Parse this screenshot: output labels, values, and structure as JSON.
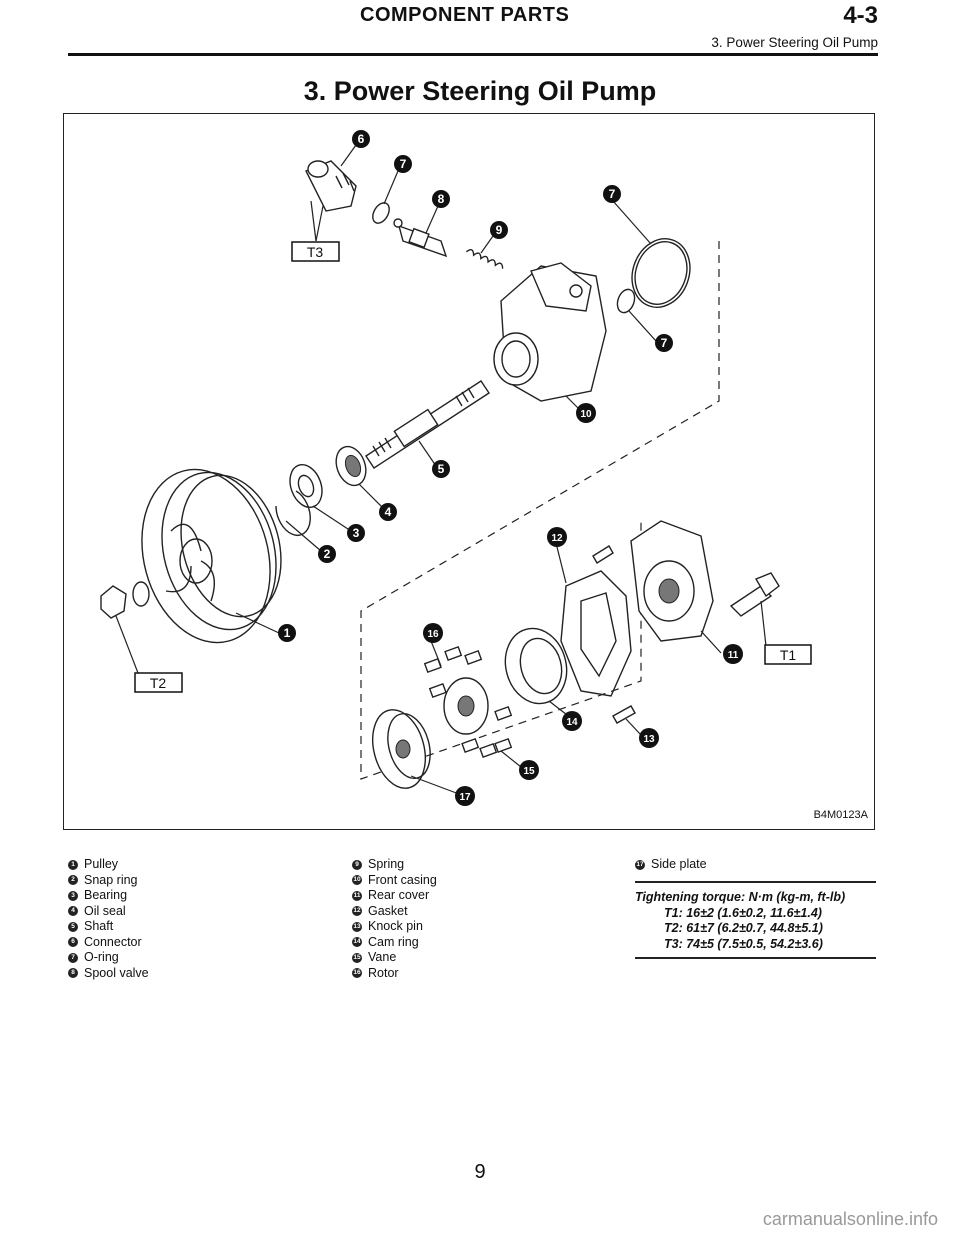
{
  "header": {
    "section_title": "COMPONENT PARTS",
    "section_code": "4-3",
    "subtitle": "3. Power Steering Oil Pump"
  },
  "page_title": "3. Power Steering Oil Pump",
  "figure": {
    "id": "B4M0123A",
    "torque_labels": [
      "T1",
      "T2",
      "T3"
    ]
  },
  "legend": [
    {
      "num": "1",
      "label": "Pulley"
    },
    {
      "num": "2",
      "label": "Snap ring"
    },
    {
      "num": "3",
      "label": "Bearing"
    },
    {
      "num": "4",
      "label": "Oil seal"
    },
    {
      "num": "5",
      "label": "Shaft"
    },
    {
      "num": "6",
      "label": "Connector"
    },
    {
      "num": "7",
      "label": "O-ring"
    },
    {
      "num": "8",
      "label": "Spool valve"
    },
    {
      "num": "9",
      "label": "Spring"
    },
    {
      "num": "10",
      "label": "Front casing"
    },
    {
      "num": "11",
      "label": "Rear cover"
    },
    {
      "num": "12",
      "label": "Gasket"
    },
    {
      "num": "13",
      "label": "Knock pin"
    },
    {
      "num": "14",
      "label": "Cam ring"
    },
    {
      "num": "15",
      "label": "Vane"
    },
    {
      "num": "16",
      "label": "Rotor"
    },
    {
      "num": "17",
      "label": "Side plate"
    }
  ],
  "torque": {
    "heading": "Tightening torque: N·m (kg-m, ft-lb)",
    "lines": [
      "T1: 16±2 (1.6±0.2, 11.6±1.4)",
      "T2: 61±7 (6.2±0.7, 44.8±5.1)",
      "T3: 74±5 (7.5±0.5, 54.2±3.6)"
    ]
  },
  "page_number": "9",
  "watermark": "carmanualsonline.info"
}
